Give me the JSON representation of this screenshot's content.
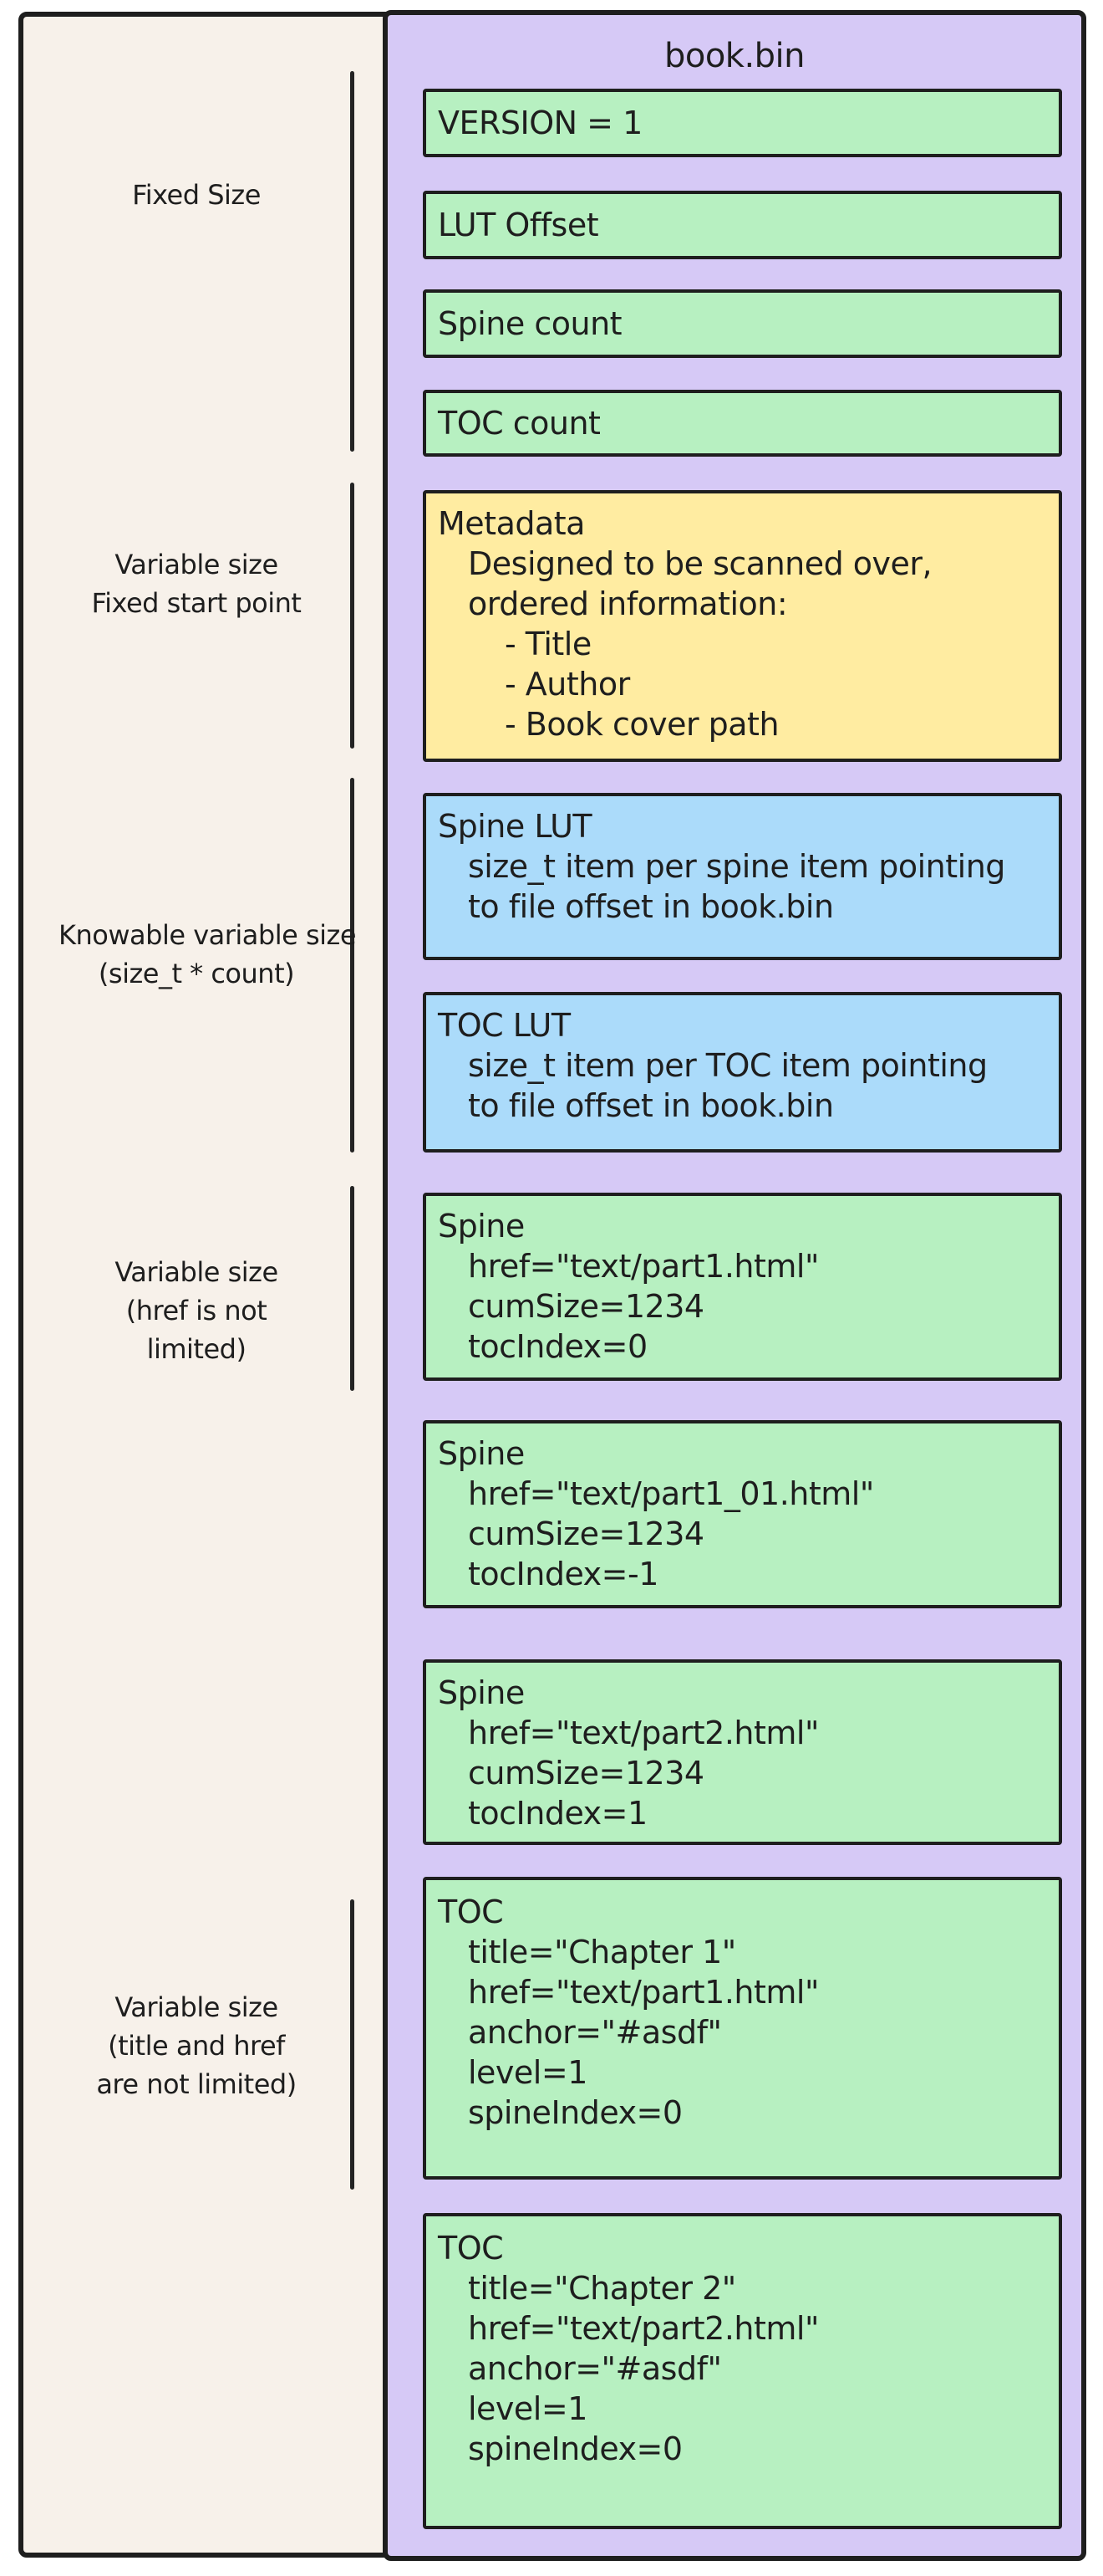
{
  "title": "book.bin",
  "colors": {
    "green": "#b7f0c1",
    "yellow": "#ffeca1",
    "blue": "#abdbfa",
    "violet": "#d6c9f6",
    "cream": "#f7f1ea",
    "stroke": "#1e1e1e"
  },
  "side_labels": [
    {
      "lines": [
        "Fixed Size"
      ]
    },
    {
      "lines": [
        "Variable size",
        "Fixed start point"
      ]
    },
    {
      "lines": [
        "Knowable variable size",
        "(size_t * count)"
      ]
    },
    {
      "lines": [
        "Variable size",
        "(href is not",
        "limited)"
      ]
    },
    {
      "lines": [
        "Variable size",
        "(title and href",
        "are not limited)"
      ]
    }
  ],
  "blocks": [
    {
      "color": "green",
      "lines": [
        {
          "text": "VERSION = 1",
          "indent": 0
        }
      ]
    },
    {
      "color": "green",
      "lines": [
        {
          "text": "LUT Offset",
          "indent": 0
        }
      ]
    },
    {
      "color": "green",
      "lines": [
        {
          "text": "Spine count",
          "indent": 0
        }
      ]
    },
    {
      "color": "green",
      "lines": [
        {
          "text": "TOC count",
          "indent": 0
        }
      ]
    },
    {
      "color": "yellow",
      "lines": [
        {
          "text": "Metadata",
          "indent": 0
        },
        {
          "text": "Designed to be scanned over,",
          "indent": 1
        },
        {
          "text": "ordered information:",
          "indent": 1
        },
        {
          "text": "- Title",
          "indent": 2
        },
        {
          "text": "- Author",
          "indent": 2
        },
        {
          "text": "- Book cover path",
          "indent": 2
        }
      ]
    },
    {
      "color": "blue",
      "lines": [
        {
          "text": "Spine LUT",
          "indent": 0
        },
        {
          "text": "size_t item per spine item pointing",
          "indent": 1
        },
        {
          "text": "to file offset in book.bin",
          "indent": 1
        }
      ]
    },
    {
      "color": "blue",
      "lines": [
        {
          "text": "TOC LUT",
          "indent": 0
        },
        {
          "text": "size_t item per TOC item pointing",
          "indent": 1
        },
        {
          "text": "to file offset in book.bin",
          "indent": 1
        }
      ]
    },
    {
      "color": "green",
      "lines": [
        {
          "text": "Spine",
          "indent": 0
        },
        {
          "text": "href=\"text/part1.html\"",
          "indent": 1
        },
        {
          "text": "cumSize=1234",
          "indent": 1
        },
        {
          "text": "tocIndex=0",
          "indent": 1
        }
      ]
    },
    {
      "color": "green",
      "lines": [
        {
          "text": "Spine",
          "indent": 0
        },
        {
          "text": "href=\"text/part1_01.html\"",
          "indent": 1
        },
        {
          "text": "cumSize=1234",
          "indent": 1
        },
        {
          "text": "tocIndex=-1",
          "indent": 1
        }
      ]
    },
    {
      "color": "green",
      "lines": [
        {
          "text": "Spine",
          "indent": 0
        },
        {
          "text": "href=\"text/part2.html\"",
          "indent": 1
        },
        {
          "text": "cumSize=1234",
          "indent": 1
        },
        {
          "text": "tocIndex=1",
          "indent": 1
        }
      ]
    },
    {
      "color": "green",
      "lines": [
        {
          "text": "TOC",
          "indent": 0
        },
        {
          "text": "title=\"Chapter 1\"",
          "indent": 1
        },
        {
          "text": "href=\"text/part1.html\"",
          "indent": 1
        },
        {
          "text": "anchor=\"#asdf\"",
          "indent": 1
        },
        {
          "text": "level=1",
          "indent": 1
        },
        {
          "text": "spineIndex=0",
          "indent": 1
        }
      ]
    },
    {
      "color": "green",
      "lines": [
        {
          "text": "TOC",
          "indent": 0
        },
        {
          "text": "title=\"Chapter 2\"",
          "indent": 1
        },
        {
          "text": "href=\"text/part2.html\"",
          "indent": 1
        },
        {
          "text": "anchor=\"#asdf\"",
          "indent": 1
        },
        {
          "text": "level=1",
          "indent": 1
        },
        {
          "text": "spineIndex=0",
          "indent": 1
        }
      ]
    }
  ]
}
